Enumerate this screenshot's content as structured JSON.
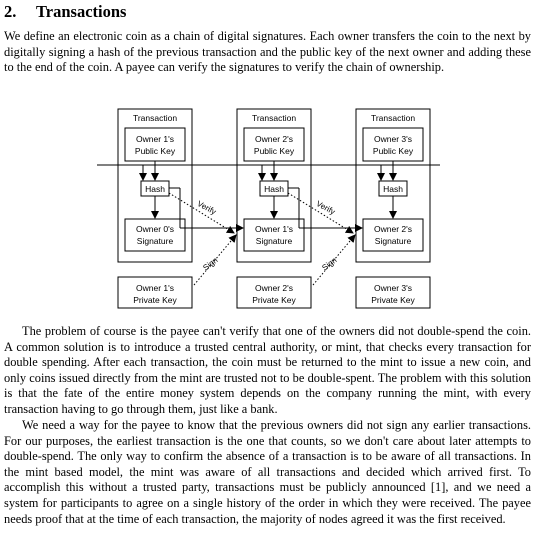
{
  "section": {
    "number": "2.",
    "title": "Transactions"
  },
  "paragraphs": [
    "We define an electronic coin as a chain of digital signatures.  Each owner transfers the coin to the next by digitally signing a hash of the previous transaction and the public key of the next owner and adding these to the end of the coin.  A payee can verify the signatures to verify the chain of ownership.",
    "The problem of course is the payee can't verify that one of the owners did not double-spend the coin.  A common solution is to introduce a trusted central authority, or mint, that checks every transaction for double spending.  After each transaction, the coin must be returned to the mint to issue a new coin, and only coins issued directly from the mint are trusted not to be double-spent.  The problem with this solution is that the fate of the entire money system depends on the company running the mint, with every transaction having to go through them, just like a bank.",
    "We need a way for the payee to know that the previous owners did not sign any earlier transactions.  For our purposes, the earliest transaction is the one that counts, so we don't care about later attempts to double-spend.  The only way to confirm the absence of a transaction is to be aware of all transactions.  In the mint based model, the mint was aware of all transactions and decided which arrived first.  To accomplish this without a trusted party, transactions must be publicly announced [1], and we need a system for participants to agree on a single history of the order in which they were received.  The payee needs proof that at the time of each transaction, the majority of nodes agreed it was the first received."
  ],
  "diagram": {
    "transactions": [
      {
        "title": "Transaction",
        "public_key": [
          "Owner 1's",
          "Public Key"
        ],
        "hash": "Hash",
        "signature": [
          "Owner 0's",
          "Signature"
        ],
        "private_key": [
          "Owner 1's",
          "Private Key"
        ]
      },
      {
        "title": "Transaction",
        "public_key": [
          "Owner 2's",
          "Public Key"
        ],
        "hash": "Hash",
        "signature": [
          "Owner 1's",
          "Signature"
        ],
        "private_key": [
          "Owner 2's",
          "Private Key"
        ]
      },
      {
        "title": "Transaction",
        "public_key": [
          "Owner 3's",
          "Public Key"
        ],
        "hash": "Hash",
        "signature": [
          "Owner 2's",
          "Signature"
        ],
        "private_key": [
          "Owner 3's",
          "Private Key"
        ]
      }
    ],
    "verify_label": "Verify",
    "sign_label": "Sign"
  }
}
